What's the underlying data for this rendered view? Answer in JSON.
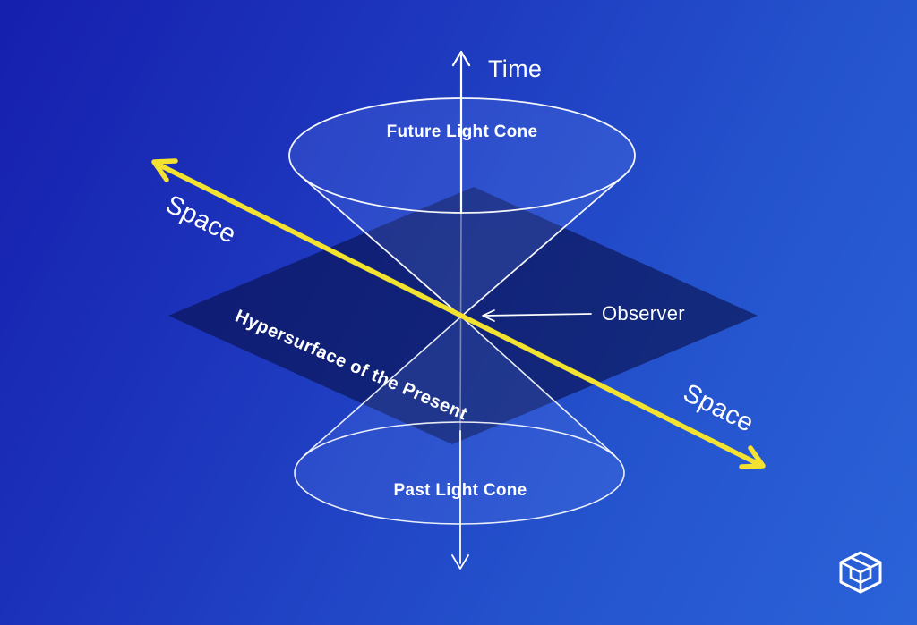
{
  "diagram": {
    "type": "light-cone-spacetime",
    "time_axis_label": "Time",
    "space_axis_label_left": "Space",
    "space_axis_label_right": "Space",
    "future_cone_label": "Future Light Cone",
    "past_cone_label": "Past Light Cone",
    "hypersurface_label": "Hypersurface of the Present",
    "observer_label": "Observer"
  },
  "colors": {
    "background_top_left": "#161fae",
    "background_bottom_right": "#2b63d9",
    "space_arrow_yellow": "#f3e22f",
    "hypersurface_fill": "#0a1250",
    "cone_fill_tint": "#7aa0ff",
    "line_white": "#ffffff"
  },
  "logo": {
    "name": "isometric-cube-logo"
  }
}
